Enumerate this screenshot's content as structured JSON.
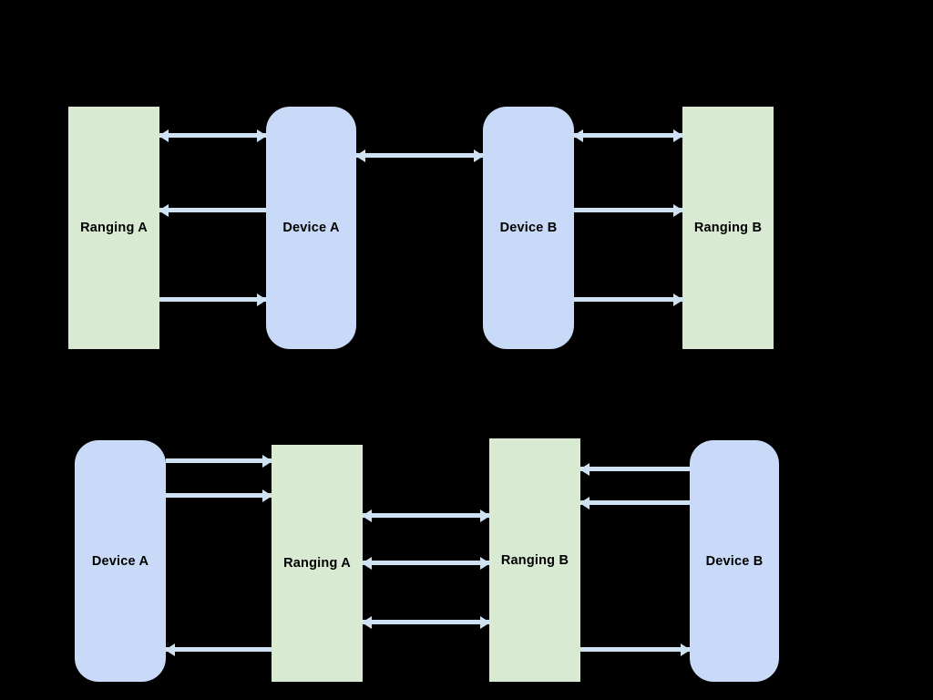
{
  "colors": {
    "background": "#000000",
    "ranging_box_fill": "#d9ead3",
    "device_box_fill": "#c9daf8",
    "arrow_fill": "#cfe2f3",
    "label_text": "#000000"
  },
  "top_diagram": {
    "ranging_a_label": "Ranging A",
    "device_a_label": "Device A",
    "device_b_label": "Device B",
    "ranging_b_label": "Ranging B"
  },
  "bottom_diagram": {
    "device_a_label": "Device A",
    "ranging_a_label": "Ranging A",
    "ranging_b_label": "Ranging B",
    "device_b_label": "Device B"
  }
}
